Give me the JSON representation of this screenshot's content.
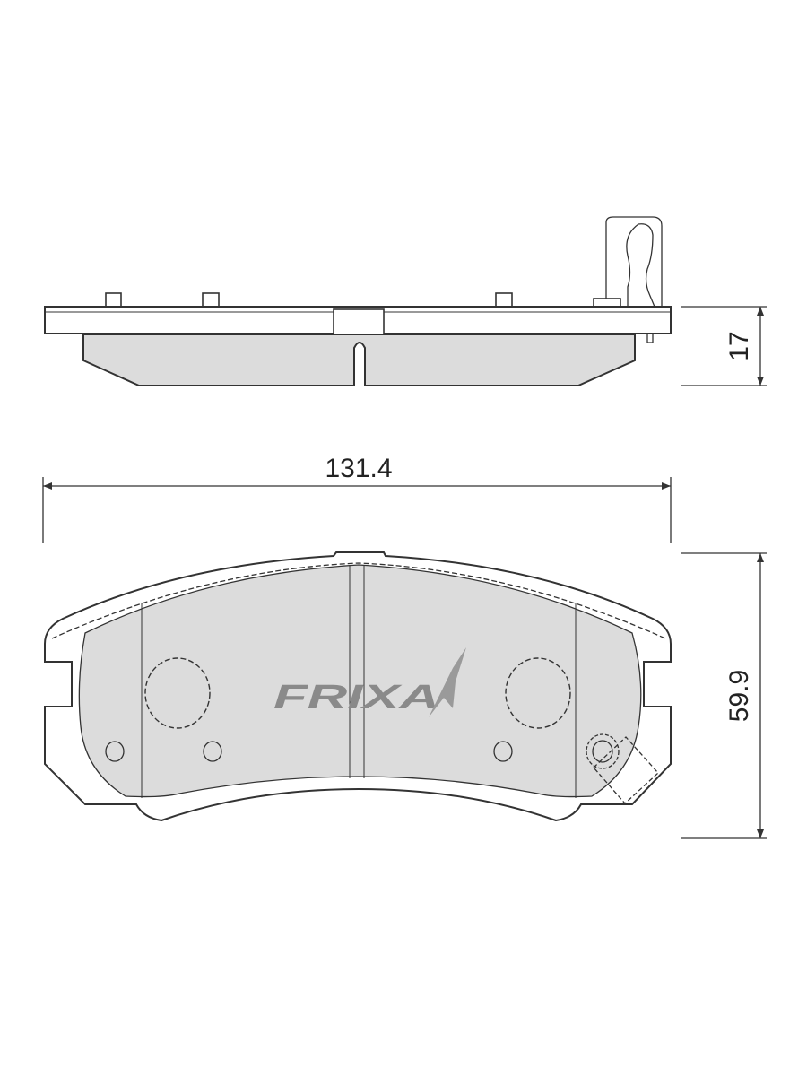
{
  "dimensions": {
    "thickness": "17",
    "width": "131.4",
    "height": "59.9"
  },
  "logo": {
    "text": "FRIXA"
  },
  "colors": {
    "friction_material": "#dcdcdc",
    "line": "#333333",
    "logo": "#8a8a8a"
  }
}
